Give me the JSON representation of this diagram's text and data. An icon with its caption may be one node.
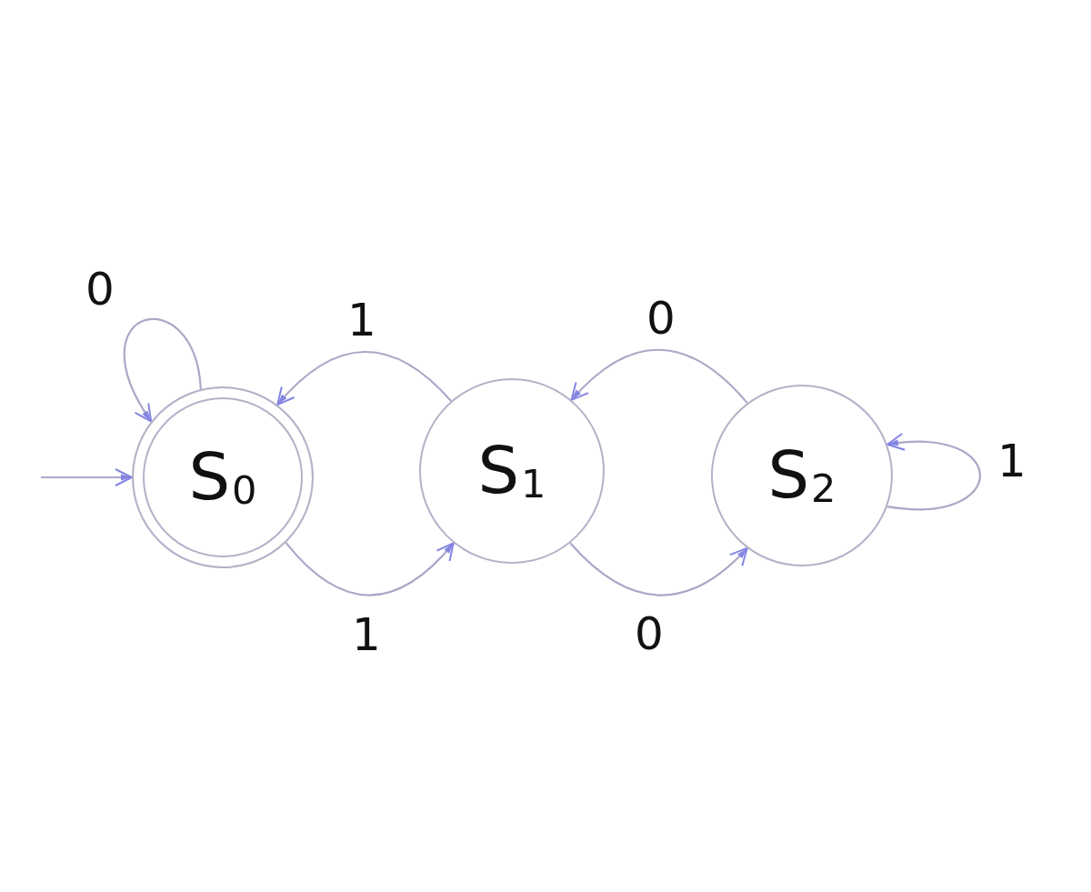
{
  "diagram": {
    "nodes": [
      {
        "text": [
          "S$_{0}$"
        ]
      },
      {
        "text": [
          "S$_{1}$"
        ]
      },
      {
        "text": [
          "S$_{2}$"
        ]
      }
    ],
    "edges": [
      {
        "from": null,
        "to": 0,
        "arrow": "to"
      },
      {
        "from": 0,
        "to": 0,
        "label": "0",
        "arrow": "to"
      },
      {
        "from": 1,
        "to": 0,
        "label": "1",
        "arrow": "to"
      },
      {
        "from": 0,
        "to": 1,
        "label": "1",
        "arrow": "to"
      },
      {
        "from": 2,
        "to": 1,
        "label": "0",
        "arrow": "to"
      },
      {
        "from": 1,
        "to": 2,
        "label": "0",
        "arrow": "to"
      },
      {
        "from": 2,
        "to": 2,
        "label": "1",
        "arrow": "to"
      }
    ]
  }
}
